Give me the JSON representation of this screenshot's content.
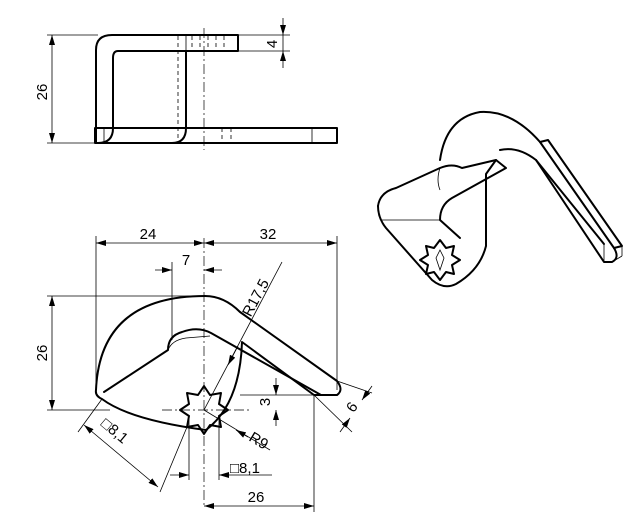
{
  "drawing": {
    "side_view": {
      "height_label": "26",
      "thickness_label": "4"
    },
    "top_view": {
      "width_left_label": "24",
      "width_right_label": "32",
      "offset_label": "7",
      "height_label": "26",
      "outer_radius_label": "R17,5",
      "inner_radius_label": "R9",
      "offset_small_label": "3",
      "arm_width_label": "6",
      "square_left_label": "□8,1",
      "square_bottom_label": "□8,1",
      "bottom_width_label": "26"
    }
  }
}
